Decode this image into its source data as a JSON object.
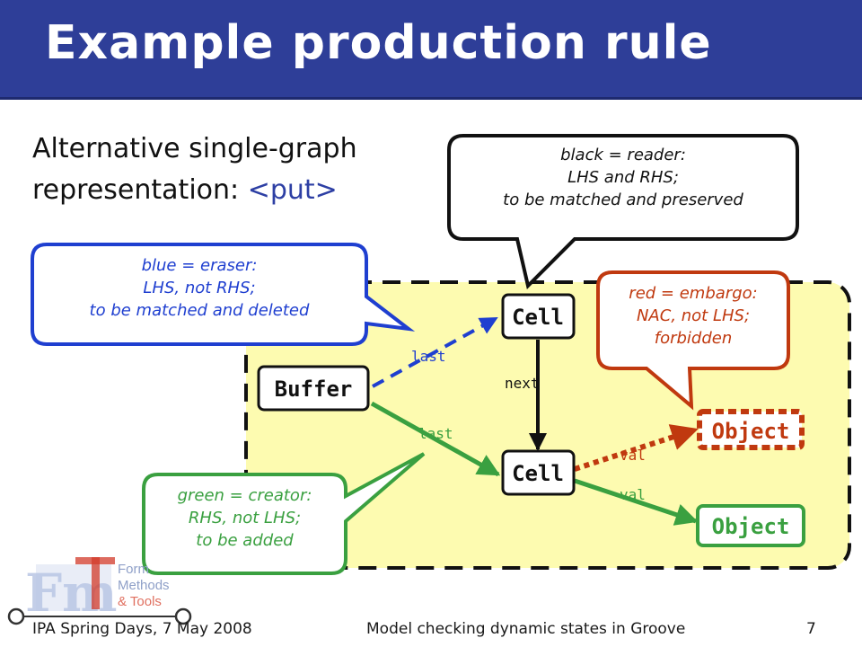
{
  "slide": {
    "title": "Example production rule",
    "subtitle_line1": "Alternative single-graph",
    "subtitle_line2": "representation:",
    "subtitle_code": "<put>"
  },
  "callouts": {
    "reader": [
      "black = reader:",
      "LHS and RHS;",
      "to be matched and preserved"
    ],
    "eraser": [
      "blue = eraser:",
      "LHS, not RHS;",
      "to be matched and deleted"
    ],
    "embargo": [
      "red = embargo:",
      "NAC, not LHS;",
      "forbidden"
    ],
    "creator": [
      "green = creator:",
      "RHS, not LHS;",
      "to be added"
    ]
  },
  "graph": {
    "nodes": {
      "buffer": "Buffer",
      "cell_top": "Cell",
      "cell_bottom": "Cell",
      "object_red": "Object",
      "object_green": "Object"
    },
    "edges": {
      "last_blue": "last",
      "next": "next",
      "last_green": "last",
      "val_red": "val",
      "val_green": "val"
    }
  },
  "logo": {
    "lines": [
      "Form",
      "Methods",
      "& Tools"
    ]
  },
  "footer": {
    "left": "IPA Spring Days, 7 May 2008",
    "center": "Model checking dynamic states in Groove",
    "page": "7"
  },
  "colors": {
    "title_bar": "#2e3e98",
    "rule_area": "#fdfbb0",
    "blue": "#1f3fd0",
    "red": "#c0390f",
    "green": "#3aa040",
    "black": "#111111"
  }
}
